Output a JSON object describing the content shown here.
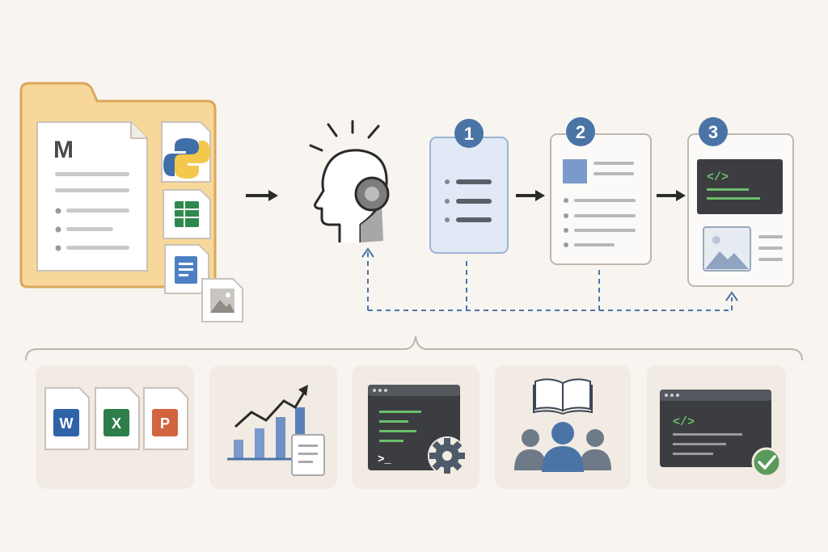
{
  "folder": {
    "markdown_letter": "M",
    "files": [
      "python-file",
      "spreadsheet-file",
      "text-document",
      "image-file"
    ]
  },
  "steps": [
    {
      "number": "1"
    },
    {
      "number": "2"
    },
    {
      "number": "3"
    }
  ],
  "step3": {
    "code_glyph": "</>"
  },
  "use_cases": {
    "office": {
      "word": "W",
      "excel": "X",
      "powerpoint": "P"
    },
    "terminal_prompt": ">_",
    "code_glyph": "</>"
  },
  "colors": {
    "background": "#f8f5f1",
    "folder": "#f8d79a",
    "folder_border": "#d9a85a",
    "accent_blue": "#4b74a6",
    "terminal": "#3b3d41",
    "code_green": "#6cbf6a",
    "card_bg": "#f1ebe3",
    "word": "#2f63a8",
    "excel": "#2e7d4a",
    "powerpoint": "#d2643f",
    "check": "#5a9a5a"
  }
}
